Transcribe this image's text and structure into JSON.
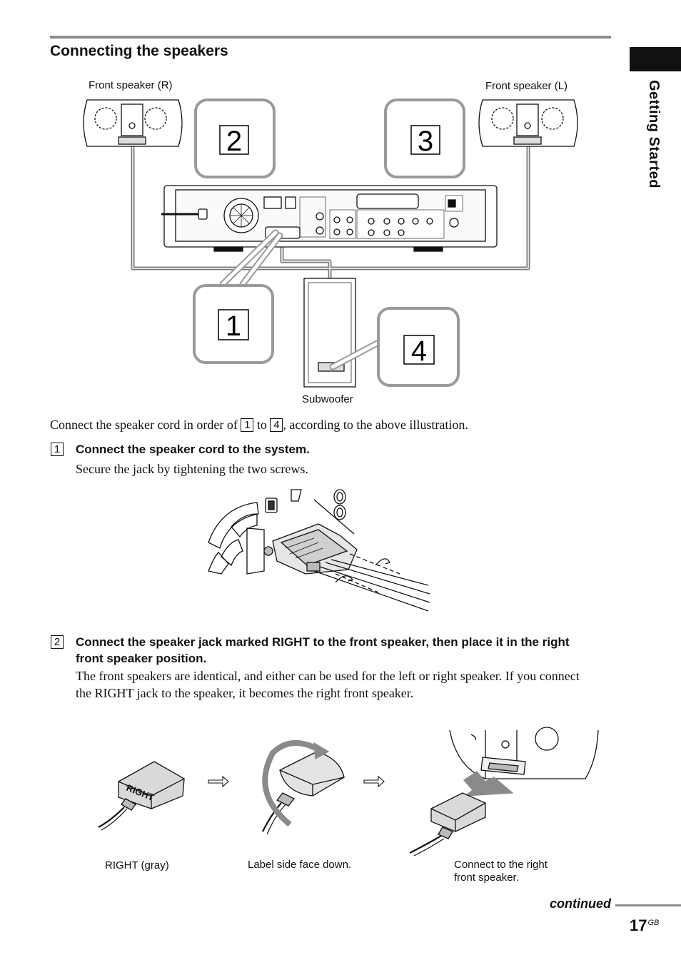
{
  "header": {
    "title": "Connecting the speakers"
  },
  "side_tab": {
    "label": "Getting Started"
  },
  "illustration": {
    "front_right_label": "Front speaker (R)",
    "front_left_label": "Front speaker (L)",
    "subwoofer_label": "Subwoofer",
    "callouts": [
      "1",
      "2",
      "3",
      "4"
    ]
  },
  "intro": {
    "before": "Connect the speaker cord in order of",
    "num_a": "1",
    "mid": "to",
    "num_b": "4",
    "after": ", according to the above illustration."
  },
  "steps": [
    {
      "number": "1",
      "title": "Connect the speaker cord to the system.",
      "body": "Secure the jack by tightening the two screws."
    },
    {
      "number": "2",
      "title_line1": "Connect the speaker jack marked RIGHT to the front speaker, then place it in the right",
      "title_line2": "front speaker position.",
      "body_line1": "The front speakers are identical, and either can be used for the left or right speaker. If you connect",
      "body_line2": "the RIGHT jack to the speaker, it becomes the right front speaker."
    }
  ],
  "jack_illustration": {
    "jack_text": "RIGHT",
    "caption_1": "RIGHT (gray)",
    "caption_2": "Label side face down.",
    "caption_3_line1": "Connect to the right",
    "caption_3_line2": "front speaker."
  },
  "footer": {
    "continued": "continued",
    "page_number": "17",
    "page_suffix": "GB"
  }
}
